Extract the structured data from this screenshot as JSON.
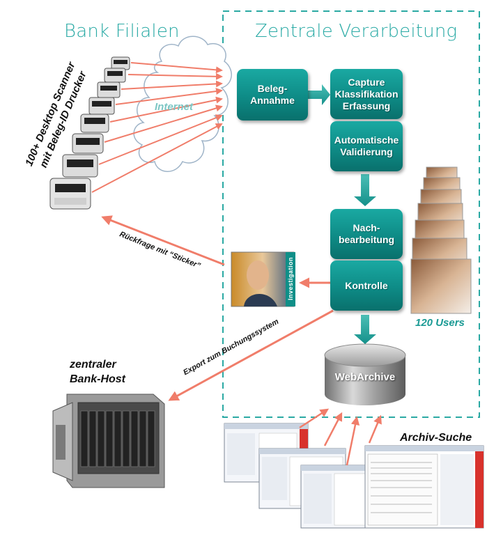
{
  "titles": {
    "left": "Bank Filialen",
    "right": "Zentrale Verarbeitung"
  },
  "cloud_label": "Internet",
  "scanner_label_line1": "100+ Desktop Scanner",
  "scanner_label_line2": "mit Beleg-ID Drucker",
  "boxes": {
    "beleg": "Beleg-\nAnnahme",
    "capture": "Capture\nKlassifikation\nErfassung",
    "validierung": "Automatische\nValidierung",
    "nachbearbeitung": "Nach-\nbearbeitung",
    "kontrolle": "Kontrolle"
  },
  "database_label": "WebArchive",
  "investigation_label": "Investigation",
  "users_label": "120 Users",
  "host_label_line1": "zentraler",
  "host_label_line2": "Bank-Host",
  "arrow_rueckfrage": "Rückfrage mit “Sticker”",
  "arrow_export": "Export zum Buchungssystem",
  "archiv_label": "Archiv-Suche",
  "colors": {
    "teal": "#13958f",
    "arrow_red": "#f07d6a",
    "dashed_border": "#2aa9a3"
  }
}
